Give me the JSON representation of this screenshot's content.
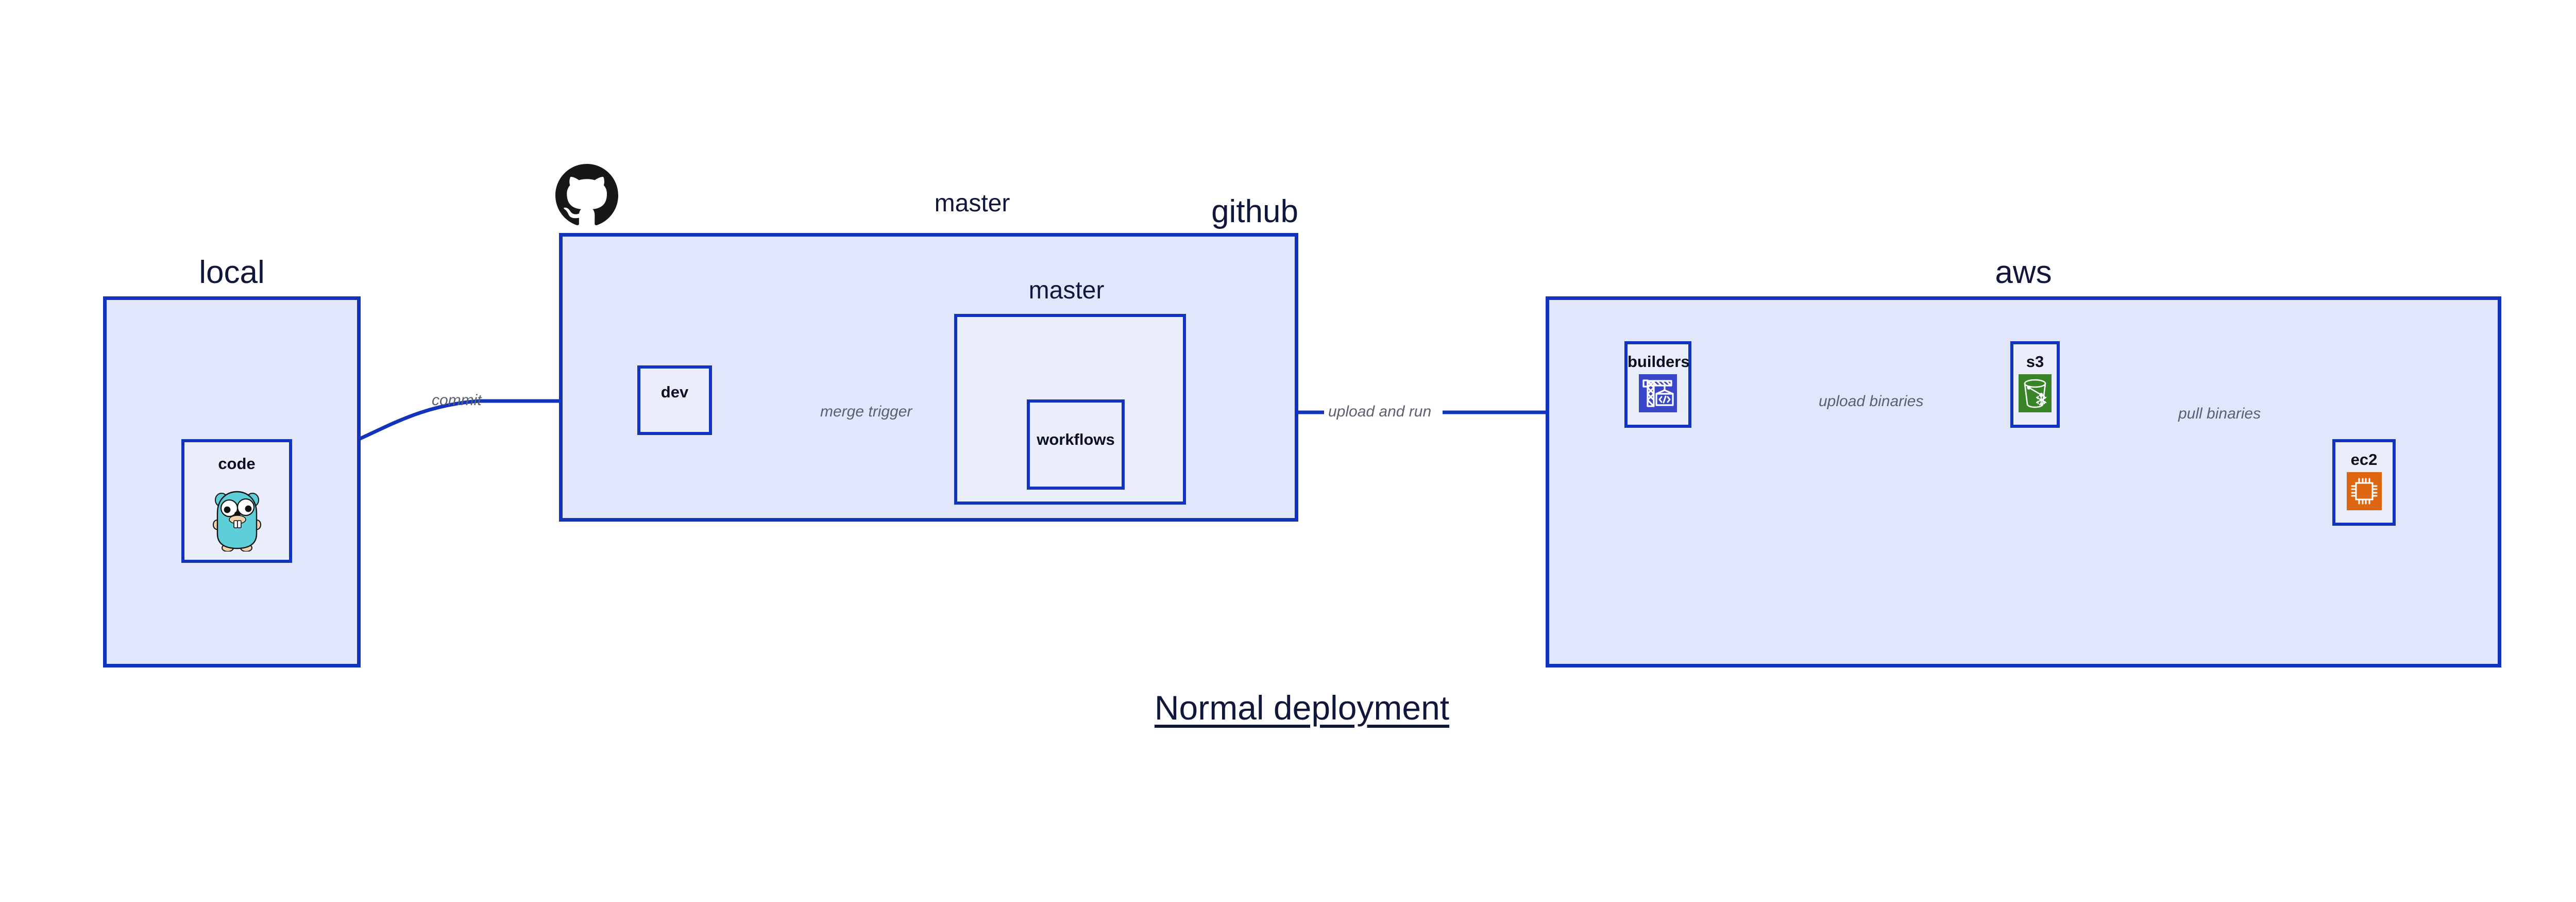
{
  "title": "Normal deployment",
  "colors": {
    "zone_fill": "#E1E6FA",
    "node_fill": "#EAEEFC",
    "border": "#1233BC",
    "edge_line": "#1233BC",
    "edge_label": "#5A6072",
    "text": "#10173A",
    "builders_icon_bg": "#3A46C8",
    "s3_icon_bg": "#3A8428",
    "ec2_icon_bg": "#DC6612",
    "gopher_body": "#5ECFD8",
    "github_logo": "#181616"
  },
  "zones": [
    {
      "id": "local",
      "label": "local",
      "label_align": "center",
      "nodes": [
        {
          "id": "code",
          "label": "code",
          "icon": "go-gopher-icon"
        }
      ]
    },
    {
      "id": "github",
      "label": "github",
      "label_align": "right",
      "logo": "github-octocat-icon",
      "nodes": [
        {
          "id": "dev",
          "label": "dev",
          "icon": null
        }
      ],
      "subzones": [
        {
          "id": "master",
          "label": "master",
          "label_align": "center",
          "nodes": [
            {
              "id": "workflows",
              "label": "workflows",
              "icon": null
            }
          ]
        }
      ]
    },
    {
      "id": "aws",
      "label": "aws",
      "label_align": "center",
      "nodes": [
        {
          "id": "builders",
          "label": "builders",
          "icon": "aws-codebuild-crane-icon"
        },
        {
          "id": "s3",
          "label": "s3",
          "icon": "aws-s3-bucket-icon"
        },
        {
          "id": "ec2",
          "label": "ec2",
          "icon": "aws-ec2-chip-icon"
        }
      ]
    }
  ],
  "edges": [
    {
      "id": "commit",
      "label": "commit",
      "from": "code",
      "to": "dev",
      "style": "curved"
    },
    {
      "id": "merge-trigger",
      "label": "merge trigger",
      "from": "dev",
      "to": "workflows",
      "style": "straight"
    },
    {
      "id": "upload-and-run",
      "label": "upload and run",
      "from": "workflows",
      "to": "builders",
      "style": "straight"
    },
    {
      "id": "upload-binaries",
      "label": "upload binaries",
      "from": "builders",
      "to": "s3",
      "style": "straight"
    },
    {
      "id": "pull-binaries",
      "label": "pull binaries",
      "from": "s3",
      "to": "ec2",
      "style": "curved"
    }
  ]
}
